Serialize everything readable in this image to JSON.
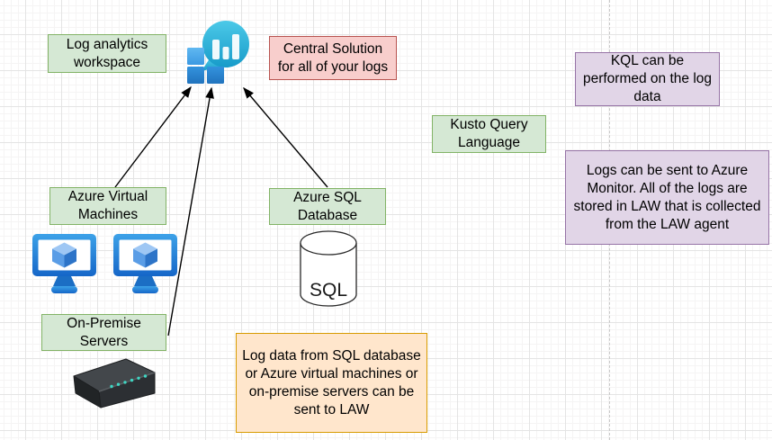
{
  "nodes": [
    {
      "id": "log-analytics-workspace",
      "label": "Log analytics workspace",
      "style": "green"
    },
    {
      "id": "central-solution-note",
      "label": "Central Solution for all of your logs",
      "style": "red"
    },
    {
      "id": "kql-note",
      "label": "KQL can be performed on the log data",
      "style": "purple"
    },
    {
      "id": "kusto-query-language",
      "label": "Kusto Query Language",
      "style": "green"
    },
    {
      "id": "azure-monitor-note",
      "label": "Logs can be sent to Azure Monitor. All of the logs are stored in LAW that is collected from the LAW agent",
      "style": "purple"
    },
    {
      "id": "azure-virtual-machines",
      "label": "Azure Virtual Machines",
      "style": "green"
    },
    {
      "id": "azure-sql-database",
      "label": "Azure SQL Database",
      "style": "green"
    },
    {
      "id": "on-premise-servers",
      "label": "On-Premise Servers",
      "style": "green"
    },
    {
      "id": "log-data-note",
      "label": "Log data from SQL database or Azure virtual machines or on-premise servers can be sent to LAW",
      "style": "orange"
    }
  ],
  "icons": {
    "log_analytics": "log-analytics-workspace-icon",
    "virtual_machine_1": "azure-vm-icon",
    "virtual_machine_2": "azure-vm-icon",
    "sql_database": "sql-database-cylinder-icon",
    "on_premise_server": "server-icon",
    "sql_label": "SQL"
  },
  "connectors": [
    {
      "from": "azure-virtual-machines",
      "to": "log-analytics-workspace-icon"
    },
    {
      "from": "on-premise-servers",
      "to": "log-analytics-workspace-icon"
    },
    {
      "from": "azure-sql-database",
      "to": "log-analytics-workspace-icon"
    }
  ],
  "colors": {
    "fill_green": "#d5e8d4",
    "stroke_green": "#82b366",
    "fill_red": "#f8cecc",
    "stroke_red": "#b85450",
    "fill_purple": "#e1d5e7",
    "stroke_purple": "#9673a6",
    "fill_orange": "#ffe6cc",
    "stroke_orange": "#d79b00",
    "connector": "#000000",
    "law_icon_teal": "#2bb3d6",
    "law_icon_blue": "#2e86d1",
    "vm_icon_blue": "#1b76cd",
    "server_icon_dark": "#2c2f33",
    "server_led_teal": "#3fd6c3"
  }
}
